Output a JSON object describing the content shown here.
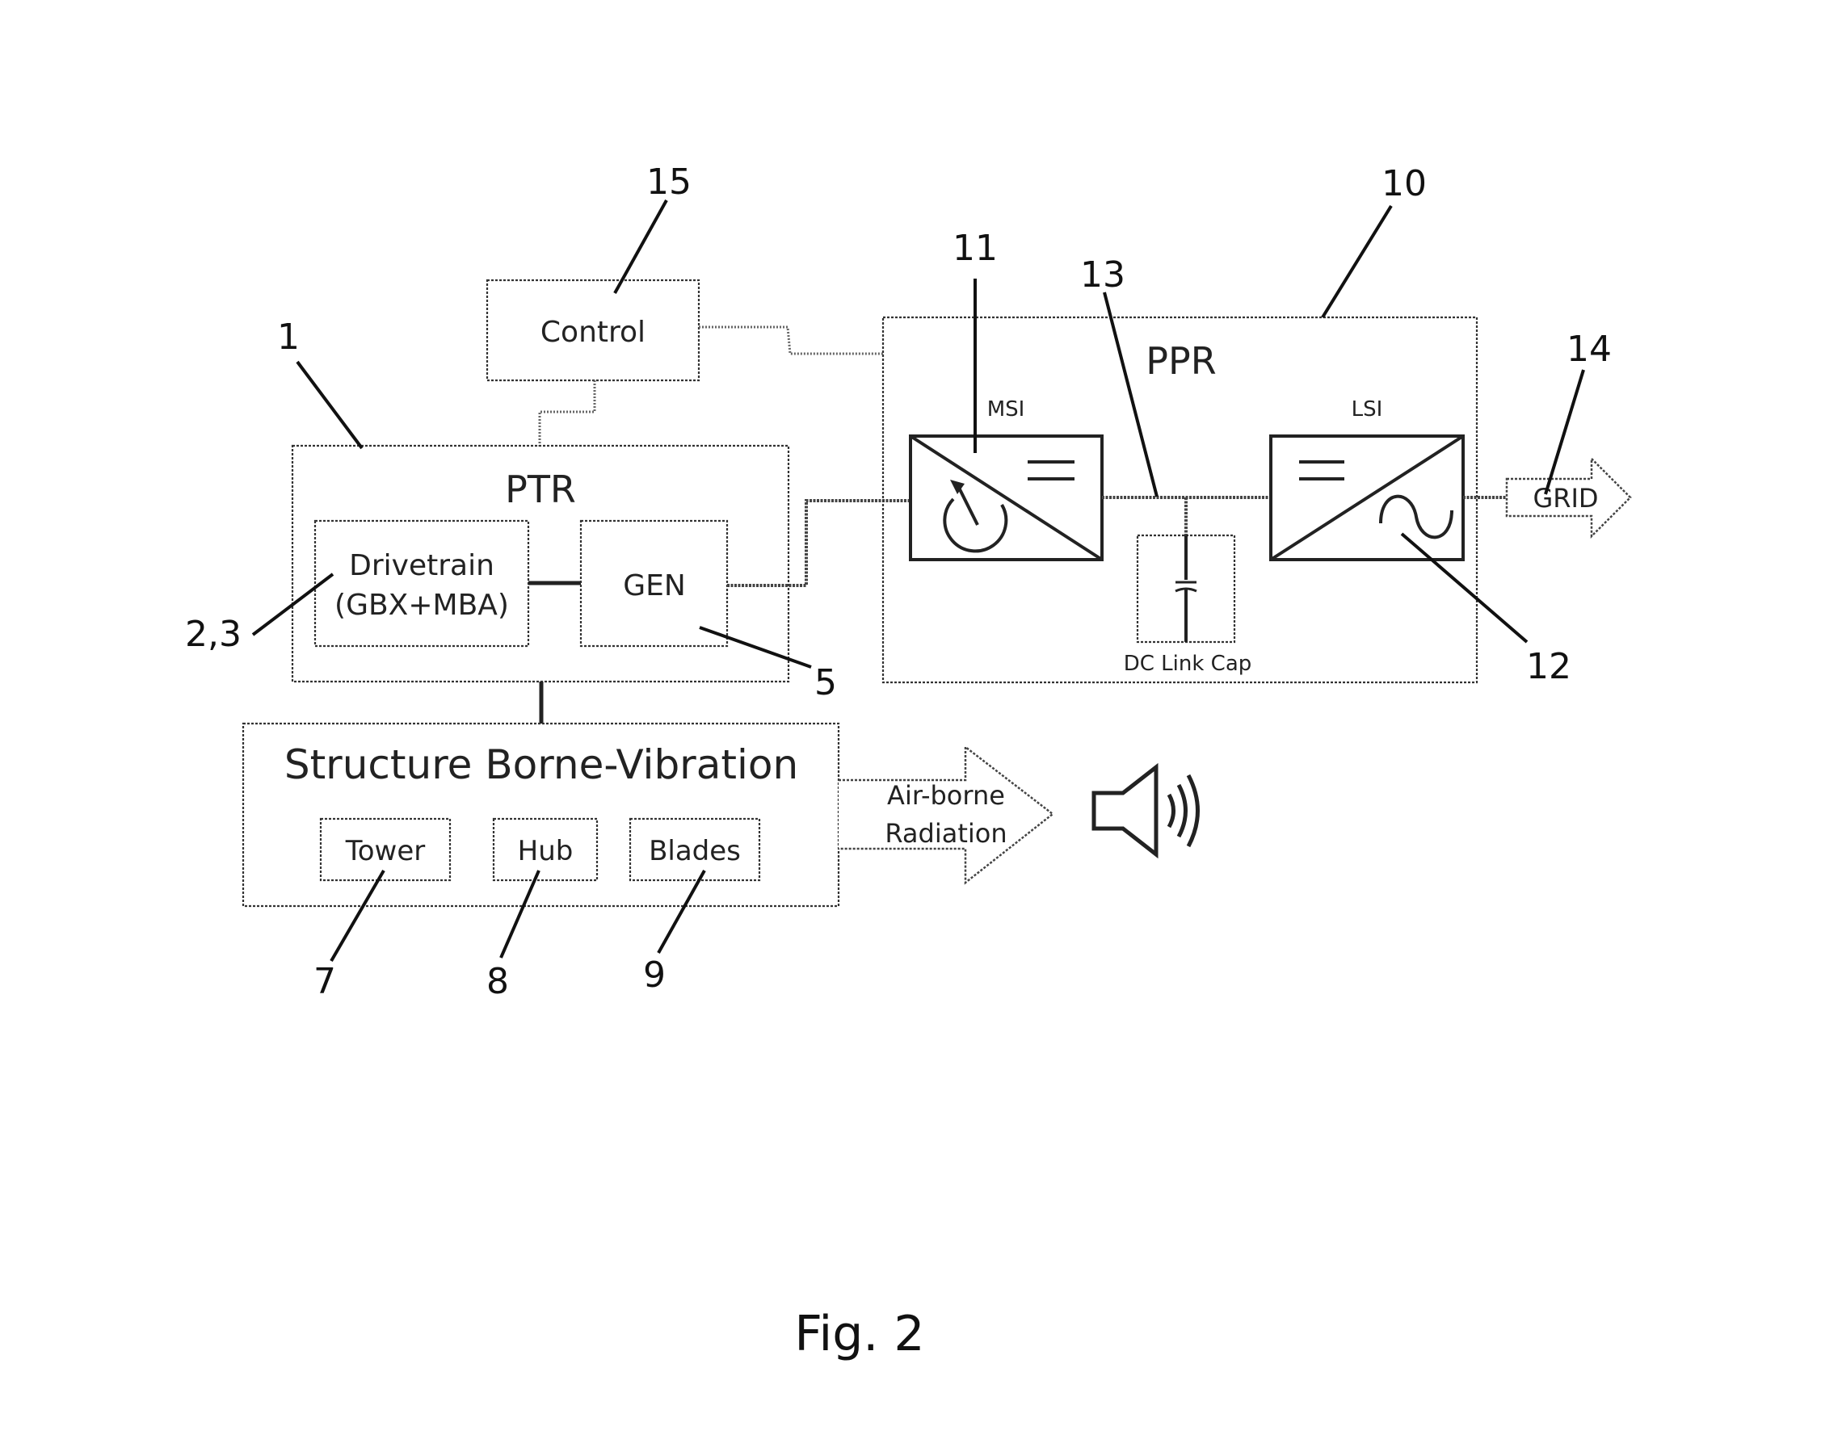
{
  "figure": {
    "caption": "Fig. 2",
    "labels": {
      "control": "Control",
      "ptr": "PTR",
      "drivetrain_line1": "Drivetrain",
      "drivetrain_line2": "(GBX+MBA)",
      "gen": "GEN",
      "ppr": "PPR",
      "msi": "MSI",
      "lsi": "LSI",
      "dc_link_cap": "DC Link Cap",
      "grid": "GRID",
      "structure": "Structure Borne-Vibration",
      "tower": "Tower",
      "hub": "Hub",
      "blades": "Blades",
      "airborne_line1": "Air-borne",
      "airborne_line2": "Radiation"
    },
    "reference_numerals": {
      "n1": "1",
      "n2_3": "2,3",
      "n5": "5",
      "n7": "7",
      "n8": "8",
      "n9": "9",
      "n10": "10",
      "n11": "11",
      "n12": "12",
      "n13": "13",
      "n14": "14",
      "n15": "15"
    },
    "icons": {
      "speaker": "speaker-sound-icon",
      "rotating_machine": "rotating-arrow-icon",
      "ac_wave": "sine-wave-icon",
      "dc_bars": "dc-bars-icon",
      "capacitor": "capacitor-icon"
    }
  }
}
